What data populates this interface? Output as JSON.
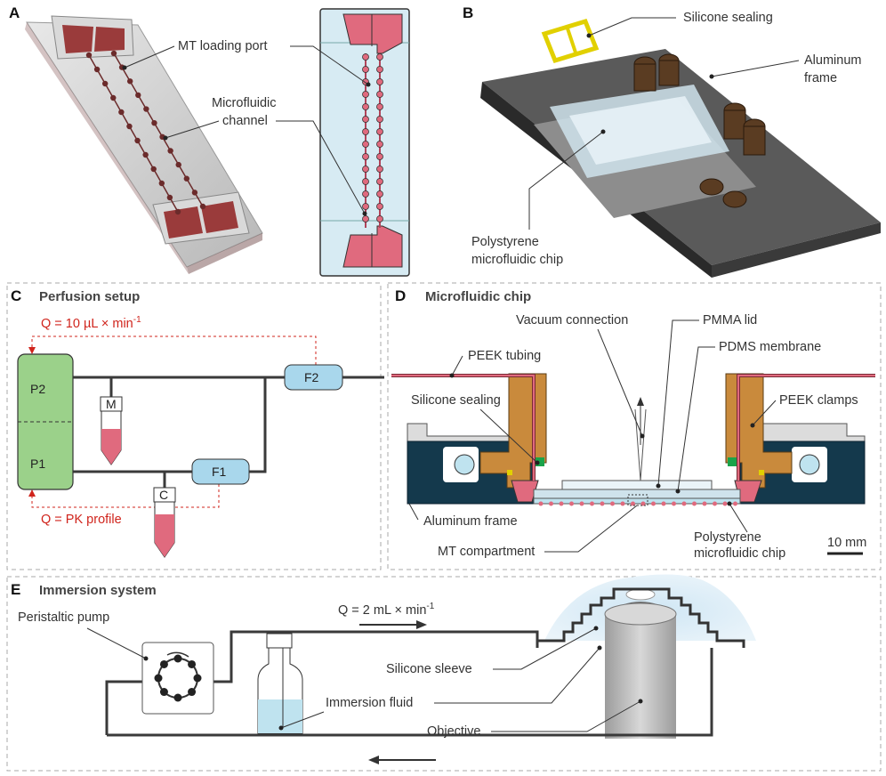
{
  "panels": {
    "A": {
      "letter": "A",
      "labels": [
        "MT loading port",
        "Microfluidic",
        "channel"
      ]
    },
    "B": {
      "letter": "B",
      "labels": [
        "Silicone sealing",
        "Aluminum",
        "frame",
        "Polystyrene",
        "microfluidic chip"
      ]
    },
    "C": {
      "letter": "C",
      "title": "Perfusion setup",
      "flow_top": "Q = 10 µL × min",
      "flow_top_sup": "-1",
      "flow_bottom": "Q = PK profile",
      "boxes": [
        "P2",
        "P1",
        "M",
        "C",
        "F1",
        "F2"
      ]
    },
    "D": {
      "letter": "D",
      "title": "Microfluidic chip",
      "labels": [
        "Vacuum connection",
        "PMMA lid",
        "PDMS membrane",
        "PEEK tubing",
        "Silicone sealing",
        "PEEK clamps",
        "Aluminum frame",
        "MT compartment",
        "Polystyrene",
        "microfluidic chip"
      ],
      "scale_bar": "10 mm"
    },
    "E": {
      "letter": "E",
      "title": "Immersion system",
      "labels": [
        "Peristaltic pump",
        "Silicone sleeve",
        "Immersion fluid",
        "Objective"
      ],
      "flow": "Q = 2 mL × min",
      "flow_sup": "-1"
    }
  },
  "colors": {
    "pink": "#e06a7e",
    "blue": "#bfe3ef",
    "green": "#9bd18a",
    "bronze": "#c98a3c",
    "navy": "#14394c",
    "red_accent": "#d0241c"
  }
}
